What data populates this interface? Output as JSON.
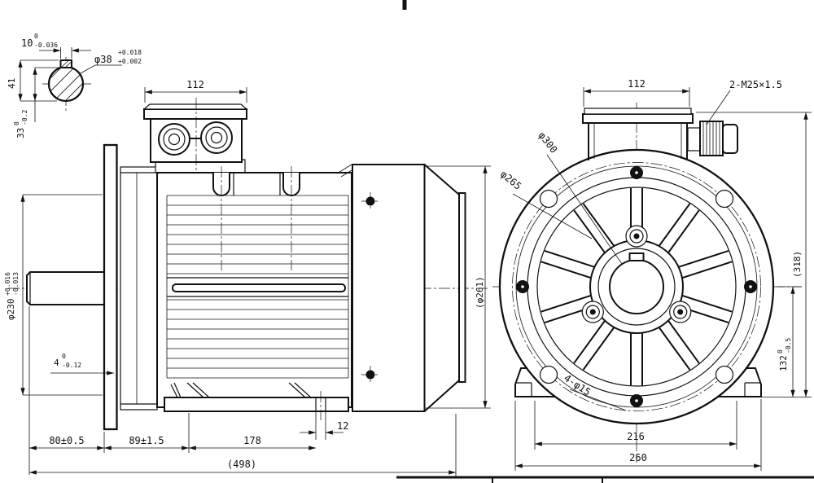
{
  "shaft_detail": {
    "key_width": "10",
    "key_width_tol_top": "0",
    "key_width_tol_bot": "-0.036",
    "shaft_dia": "φ38",
    "shaft_dia_tol_top": "+0.018",
    "shaft_dia_tol_bot": "+0.002",
    "height_41": "41",
    "depth_33": "33",
    "depth_33_tol_top": "0",
    "depth_33_tol_bot": "-0.2"
  },
  "side_view": {
    "box_width": "112",
    "spigot_dia": "φ230",
    "spigot_tol_top": "+0.016",
    "spigot_tol_bot": "-0.013",
    "flange_step": "4",
    "flange_step_tol_top": "0",
    "flange_step_tol_bot": "-0.12",
    "shaft_len": "80±0.5",
    "flange_to_foot": "89±1.5",
    "foot_len": "178",
    "slot_width": "12",
    "total_len": "(498)",
    "cover_dia": "(φ261)"
  },
  "front_view": {
    "box_width": "112",
    "gland_spec": "2-M25×1.5",
    "bolt_circle_dia": "φ300",
    "spigot_dia": "φ265",
    "mount_holes": "4-φ15",
    "foot_hole_span": "216",
    "foot_width": "260",
    "total_height": "(318)",
    "center_height": "132",
    "center_height_tol_top": "0",
    "center_height_tol_bot": "-0.5"
  }
}
